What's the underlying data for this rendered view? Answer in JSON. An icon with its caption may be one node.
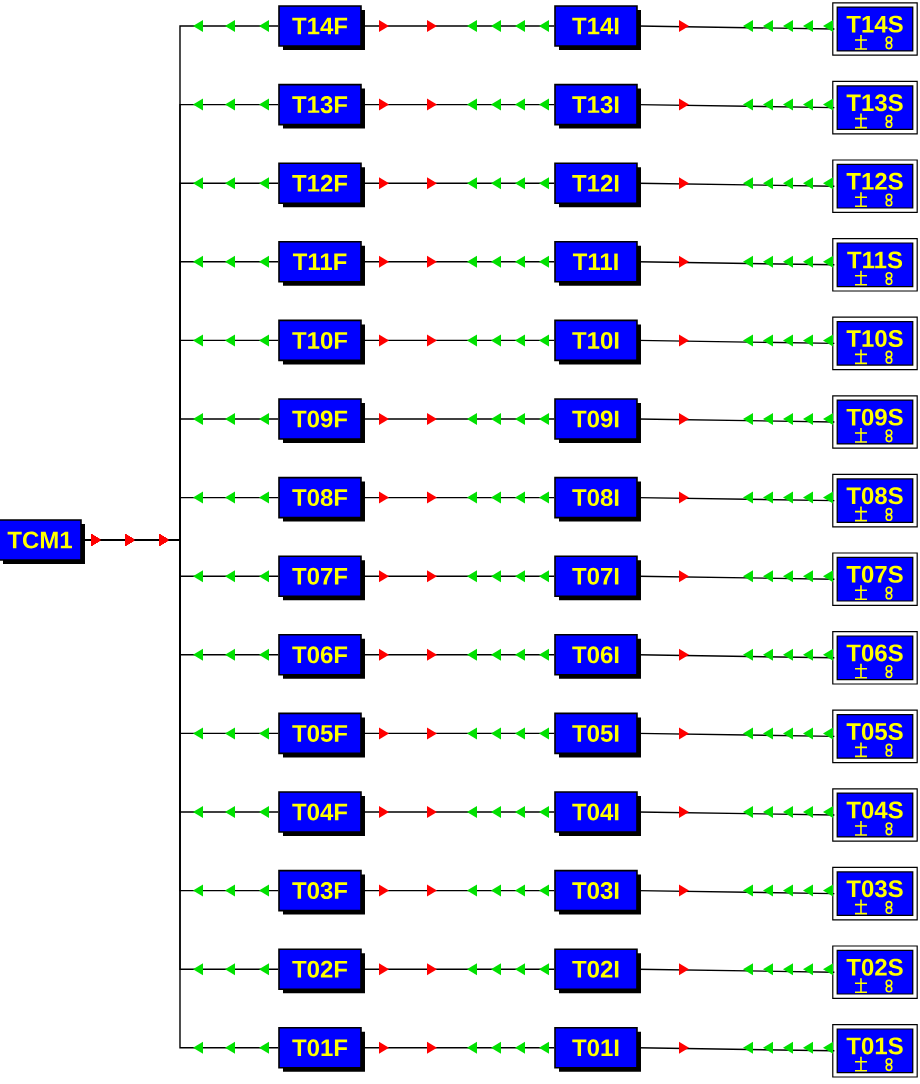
{
  "diagram": {
    "nodes": [
      {
        "text": [
          "TCM1"
        ]
      },
      {
        "text": [
          "T14F"
        ]
      },
      {
        "text": [
          "T14I"
        ]
      },
      {
        "text": [
          "T14S"
        ]
      },
      {
        "text": [
          "T13F"
        ]
      },
      {
        "text": [
          "T13I"
        ]
      },
      {
        "text": [
          "T13S"
        ]
      },
      {
        "text": [
          "T12F"
        ]
      },
      {
        "text": [
          "T12I"
        ]
      },
      {
        "text": [
          "T12S"
        ]
      },
      {
        "text": [
          "T11F"
        ]
      },
      {
        "text": [
          "T11I"
        ]
      },
      {
        "text": [
          "T11S"
        ]
      },
      {
        "text": [
          "T10F"
        ]
      },
      {
        "text": [
          "T10I"
        ]
      },
      {
        "text": [
          "T10S"
        ]
      },
      {
        "text": [
          "T09F"
        ]
      },
      {
        "text": [
          "T09I"
        ]
      },
      {
        "text": [
          "T09S"
        ]
      },
      {
        "text": [
          "T08F"
        ]
      },
      {
        "text": [
          "T08I"
        ]
      },
      {
        "text": [
          "T08S"
        ]
      },
      {
        "text": [
          "T07F"
        ]
      },
      {
        "text": [
          "T07I"
        ]
      },
      {
        "text": [
          "T07S"
        ]
      },
      {
        "text": [
          "T06F"
        ]
      },
      {
        "text": [
          "T06I"
        ]
      },
      {
        "text": [
          "T06S"
        ]
      },
      {
        "text": [
          "T05F"
        ]
      },
      {
        "text": [
          "T05I"
        ]
      },
      {
        "text": [
          "T05S"
        ]
      },
      {
        "text": [
          "T04F"
        ]
      },
      {
        "text": [
          "T04I"
        ]
      },
      {
        "text": [
          "T04S"
        ]
      },
      {
        "text": [
          "T03F"
        ]
      },
      {
        "text": [
          "T03I"
        ]
      },
      {
        "text": [
          "T03S"
        ]
      },
      {
        "text": [
          "T02F"
        ]
      },
      {
        "text": [
          "T02I"
        ]
      },
      {
        "text": [
          "T02S"
        ]
      },
      {
        "text": [
          "T01F"
        ]
      },
      {
        "text": [
          "T01I"
        ]
      },
      {
        "text": [
          "T01S"
        ]
      }
    ],
    "edges": [
      {
        "from": 0,
        "to": 1,
        "arrow": "to"
      },
      {
        "from": 1,
        "to": 2,
        "arrow": "to"
      },
      {
        "from": 2,
        "to": 3,
        "arrow": "to"
      },
      {
        "from": 0,
        "to": 4,
        "arrow": "to"
      },
      {
        "from": 4,
        "to": 5,
        "arrow": "to"
      },
      {
        "from": 5,
        "to": 6,
        "arrow": "to"
      },
      {
        "from": 0,
        "to": 7,
        "arrow": "to"
      },
      {
        "from": 7,
        "to": 8,
        "arrow": "to"
      },
      {
        "from": 8,
        "to": 9,
        "arrow": "to"
      },
      {
        "from": 0,
        "to": 10,
        "arrow": "to"
      },
      {
        "from": 10,
        "to": 11,
        "arrow": "to"
      },
      {
        "from": 11,
        "to": 12,
        "arrow": "to"
      },
      {
        "from": 0,
        "to": 13,
        "arrow": "to"
      },
      {
        "from": 13,
        "to": 14,
        "arrow": "to"
      },
      {
        "from": 14,
        "to": 15,
        "arrow": "to"
      },
      {
        "from": 0,
        "to": 16,
        "arrow": "to"
      },
      {
        "from": 16,
        "to": 17,
        "arrow": "to"
      },
      {
        "from": 17,
        "to": 18,
        "arrow": "to"
      },
      {
        "from": 0,
        "to": 19,
        "arrow": "to"
      },
      {
        "from": 19,
        "to": 20,
        "arrow": "to"
      },
      {
        "from": 20,
        "to": 21,
        "arrow": "to"
      },
      {
        "from": 0,
        "to": 22,
        "arrow": "to"
      },
      {
        "from": 22,
        "to": 23,
        "arrow": "to"
      },
      {
        "from": 23,
        "to": 24,
        "arrow": "to"
      },
      {
        "from": 0,
        "to": 25,
        "arrow": "to"
      },
      {
        "from": 25,
        "to": 26,
        "arrow": "to"
      },
      {
        "from": 26,
        "to": 27,
        "arrow": "to"
      },
      {
        "from": 0,
        "to": 28,
        "arrow": "to"
      },
      {
        "from": 28,
        "to": 29,
        "arrow": "to"
      },
      {
        "from": 29,
        "to": 30,
        "arrow": "to"
      },
      {
        "from": 0,
        "to": 31,
        "arrow": "to"
      },
      {
        "from": 31,
        "to": 32,
        "arrow": "to"
      },
      {
        "from": 32,
        "to": 33,
        "arrow": "to"
      },
      {
        "from": 0,
        "to": 34,
        "arrow": "to"
      },
      {
        "from": 34,
        "to": 35,
        "arrow": "to"
      },
      {
        "from": 35,
        "to": 36,
        "arrow": "to"
      },
      {
        "from": 0,
        "to": 37,
        "arrow": "to"
      },
      {
        "from": 37,
        "to": 38,
        "arrow": "to"
      },
      {
        "from": 38,
        "to": 39,
        "arrow": "to"
      },
      {
        "from": 0,
        "to": 40,
        "arrow": "to"
      },
      {
        "from": 40,
        "to": 41,
        "arrow": "to"
      },
      {
        "from": 41,
        "to": 42,
        "arrow": "to"
      }
    ]
  }
}
